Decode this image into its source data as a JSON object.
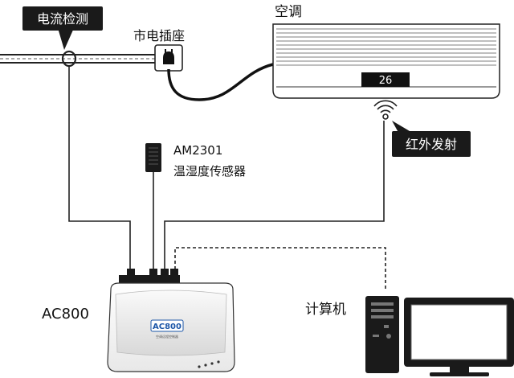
{
  "labels": {
    "current_detect": "电流检测",
    "socket": "市电插座",
    "aircon": "空调",
    "aircon_display": "26",
    "sensor_model": "AM2301",
    "sensor_name": "温湿度传感器",
    "ir_emit": "红外发射",
    "controller": "AC800",
    "controller_logo": "AC800",
    "controller_subtitle": "空调远程控制器",
    "computer": "计算机"
  },
  "colors": {
    "callout_bg": "#1a1a1a",
    "callout_text": "#ffffff",
    "line": "#1a1a1a",
    "logo_blue": "#1d57a8"
  },
  "icons": {
    "ir_signal": "ir-signal-icon",
    "plug": "plug-icon",
    "computer": "computer-icon"
  }
}
